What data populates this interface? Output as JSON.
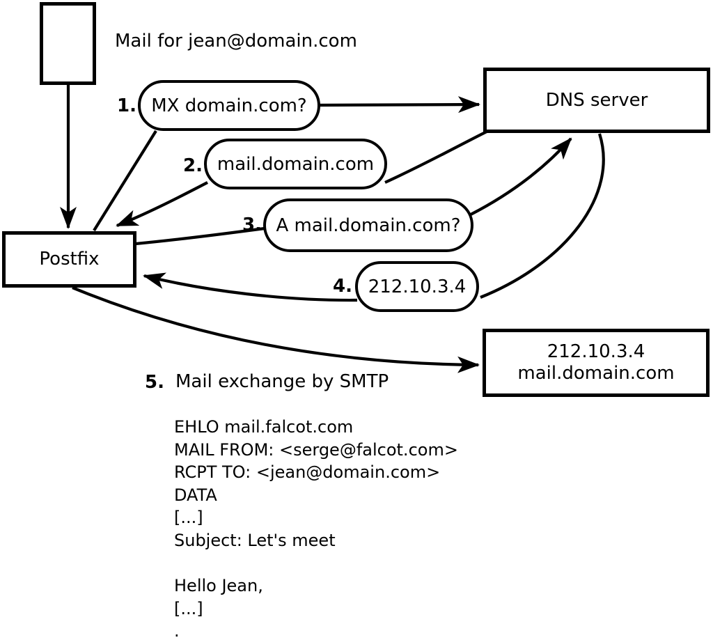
{
  "diagram": {
    "annotation": "Mail for jean@domain.com",
    "nodes": {
      "postfix": {
        "label": "Postfix"
      },
      "dns": {
        "label": "DNS server"
      },
      "mailserver": {
        "line1": "212.10.3.4",
        "line2": "mail.domain.com"
      }
    },
    "steps": [
      {
        "num": "1.",
        "label": "MX domain.com?"
      },
      {
        "num": "2.",
        "label": "mail.domain.com"
      },
      {
        "num": "3.",
        "label": "A mail.domain.com?"
      },
      {
        "num": "4.",
        "label": "212.10.3.4"
      },
      {
        "num": "5.",
        "label": "Mail exchange by SMTP"
      }
    ],
    "smtp_session": {
      "lines": [
        "EHLO mail.falcot.com",
        "MAIL FROM: <serge@falcot.com>",
        "RCPT TO: <jean@domain.com>",
        "DATA",
        "[...]",
        "Subject: Let's meet",
        "",
        "Hello Jean,",
        "[...]",
        "."
      ]
    }
  },
  "colors": {
    "stroke": "#000000",
    "background": "#ffffff"
  }
}
